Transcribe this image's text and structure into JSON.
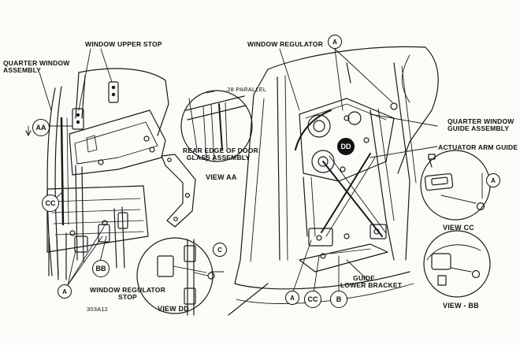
{
  "labels": {
    "quarter_window_assembly": "QUARTER WINDOW\nASSEMBLY",
    "window_upper_stop": "WINDOW UPPER STOP",
    "parallel": ".28 PARALLEL",
    "rear_edge": "REAR EDGE OF DOOR\nGLASS ASSEMBLY",
    "view_aa": "VIEW AA",
    "window_regulator": "WINDOW REGULATOR",
    "quarter_window_guide": "QUARTER WINDOW\nGUIDE ASSEMBLY",
    "actuator_arm_guide": "ACTUATOR ARM GUIDE",
    "view_cc": "VIEW CC",
    "view_bb": "VIEW - BB",
    "guide_lower_bracket": "GUIDE\nLOWER BRACKET",
    "window_regulator_stop": "WINDOW REGULATOR\nSTOP",
    "part_number": "303A12",
    "view_dd": "VIEW DD"
  },
  "callouts": {
    "aa": "AA",
    "cc": "CC",
    "bb": "BB",
    "dd": "DD",
    "a": "A",
    "b": "B",
    "c": "C"
  }
}
